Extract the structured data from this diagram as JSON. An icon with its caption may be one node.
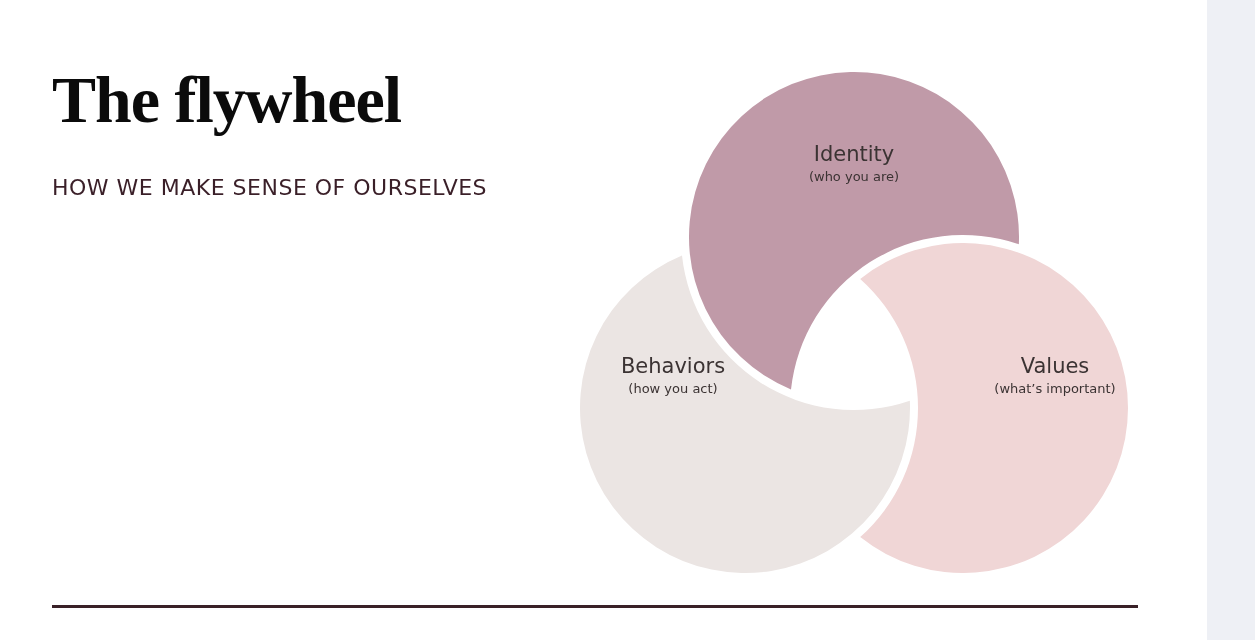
{
  "diagram": {
    "title": "The flywheel",
    "nodes": [
      {
        "text": [
          "Identity",
          "(who you are)"
        ]
      },
      {
        "text": [
          "Behaviors",
          "(how you act)"
        ]
      },
      {
        "text": [
          "Values",
          "(what’s important)"
        ]
      }
    ],
    "labels": [
      "HOW WE MAKE SENSE OF OURSELVES"
    ]
  }
}
